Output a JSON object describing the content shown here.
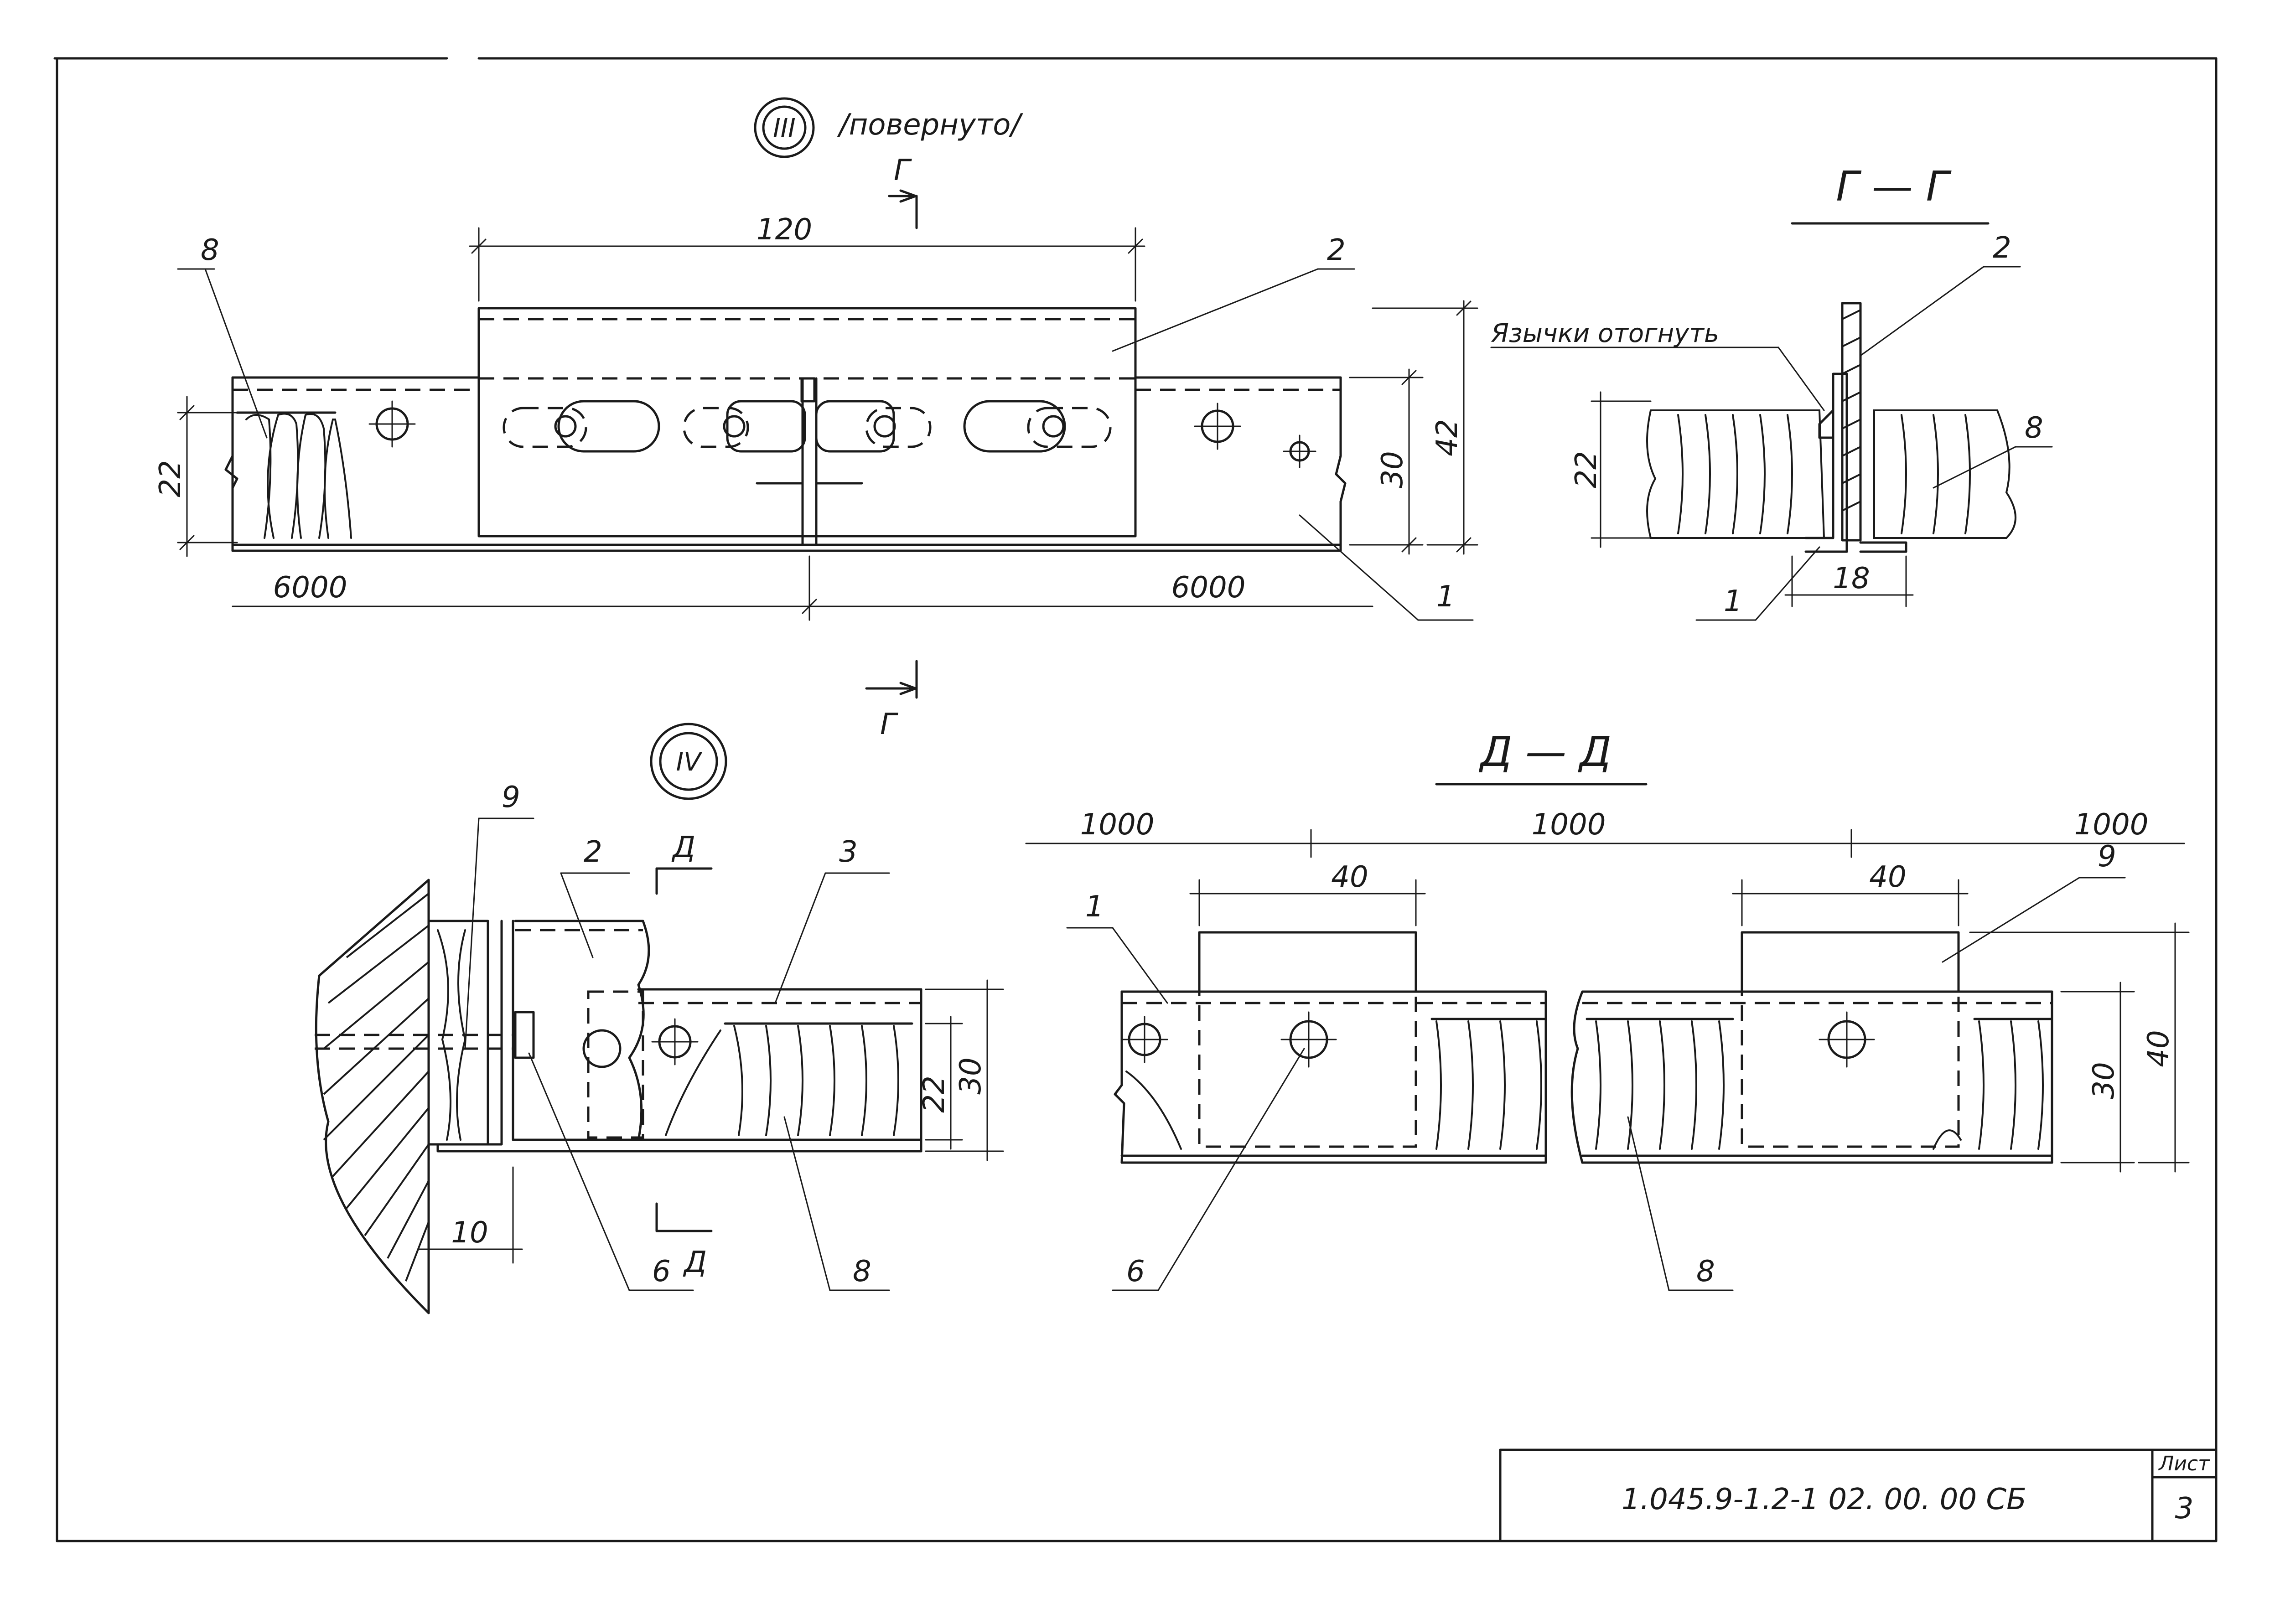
{
  "views": {
    "view3": {
      "badge": "III",
      "note": "/повернуто/",
      "dim_top": "120",
      "dim_left_h": "22",
      "dim_right_inner": "30",
      "dim_right_outer": "42",
      "dim_bottom_left": "6000",
      "dim_bottom_right": "6000",
      "leader_8": "8",
      "leader_2": "2",
      "leader_1": "1",
      "cut_mark_top": "Г",
      "cut_mark_bottom": "Г"
    },
    "sectionG": {
      "title": "Г — Г",
      "note": "Язычки отогнуть",
      "dim_h": "22",
      "dim_w": "18",
      "leader_2": "2",
      "leader_8": "8",
      "leader_1": "1"
    },
    "view4": {
      "badge": "IV",
      "leader_9": "9",
      "leader_2": "2",
      "leader_3": "3",
      "leader_6": "6",
      "leader_8": "8",
      "dim_10": "10",
      "dim_22": "22",
      "dim_30": "30",
      "cut_top": "Д",
      "cut_bottom": "Д"
    },
    "sectionD": {
      "title": "Д — Д",
      "dim_1000_left": "1000",
      "dim_1000_mid": "1000",
      "dim_1000_right": "1000",
      "dim_40_left": "40",
      "dim_40_right": "40",
      "dim_30": "30",
      "dim_40_h": "40",
      "leader_1": "1",
      "leader_9": "9",
      "leader_6": "6",
      "leader_8": "8"
    }
  },
  "title_block": {
    "code": "1.045.9-1.2-1 02. 00. 00 СБ",
    "sheet_label": "Лист",
    "sheet_no": "3"
  }
}
